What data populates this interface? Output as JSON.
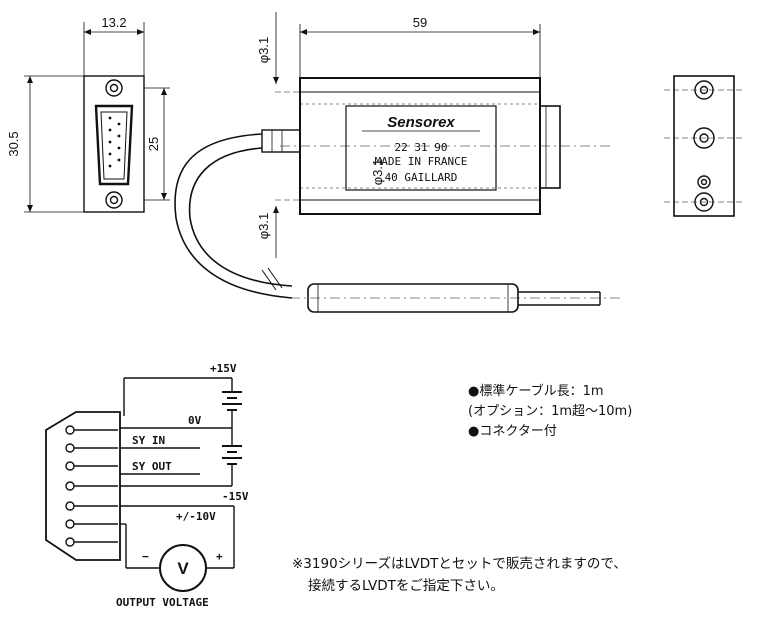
{
  "dimensions": {
    "connector_width": "13.2",
    "connector_height": "30.5",
    "connector_pitch": "25",
    "body_length": "59",
    "hole_dia_top": "φ3.1",
    "hole_dia_mid": "φ3.1",
    "hole_dia_bottom": "φ3.1"
  },
  "nameplate": {
    "brand": "Sensorex",
    "line1": "22   31   90",
    "line2": "MADE IN FRANCE",
    "line3": "40 GAILLARD"
  },
  "wiring": {
    "plus15": "+15V",
    "zero_v": "0V",
    "minus15": "-15V",
    "out_range": "+/-10V",
    "sy_in": "SY IN",
    "sy_out": "SY OUT",
    "output_voltage": "OUTPUT VOLTAGE",
    "meter_symbol": "V",
    "minus_sign": "−",
    "plus_sign": "+"
  },
  "notes": {
    "item1": "●標準ケーブル長：1m",
    "item1_sub": "(オプション：1m超〜10m)",
    "item2": "●コネクター付"
  },
  "remark": {
    "line1": "※3190シリーズはLVDTとセットで販売されますので、",
    "line2": "接続するLVDTをご指定下さい。"
  }
}
